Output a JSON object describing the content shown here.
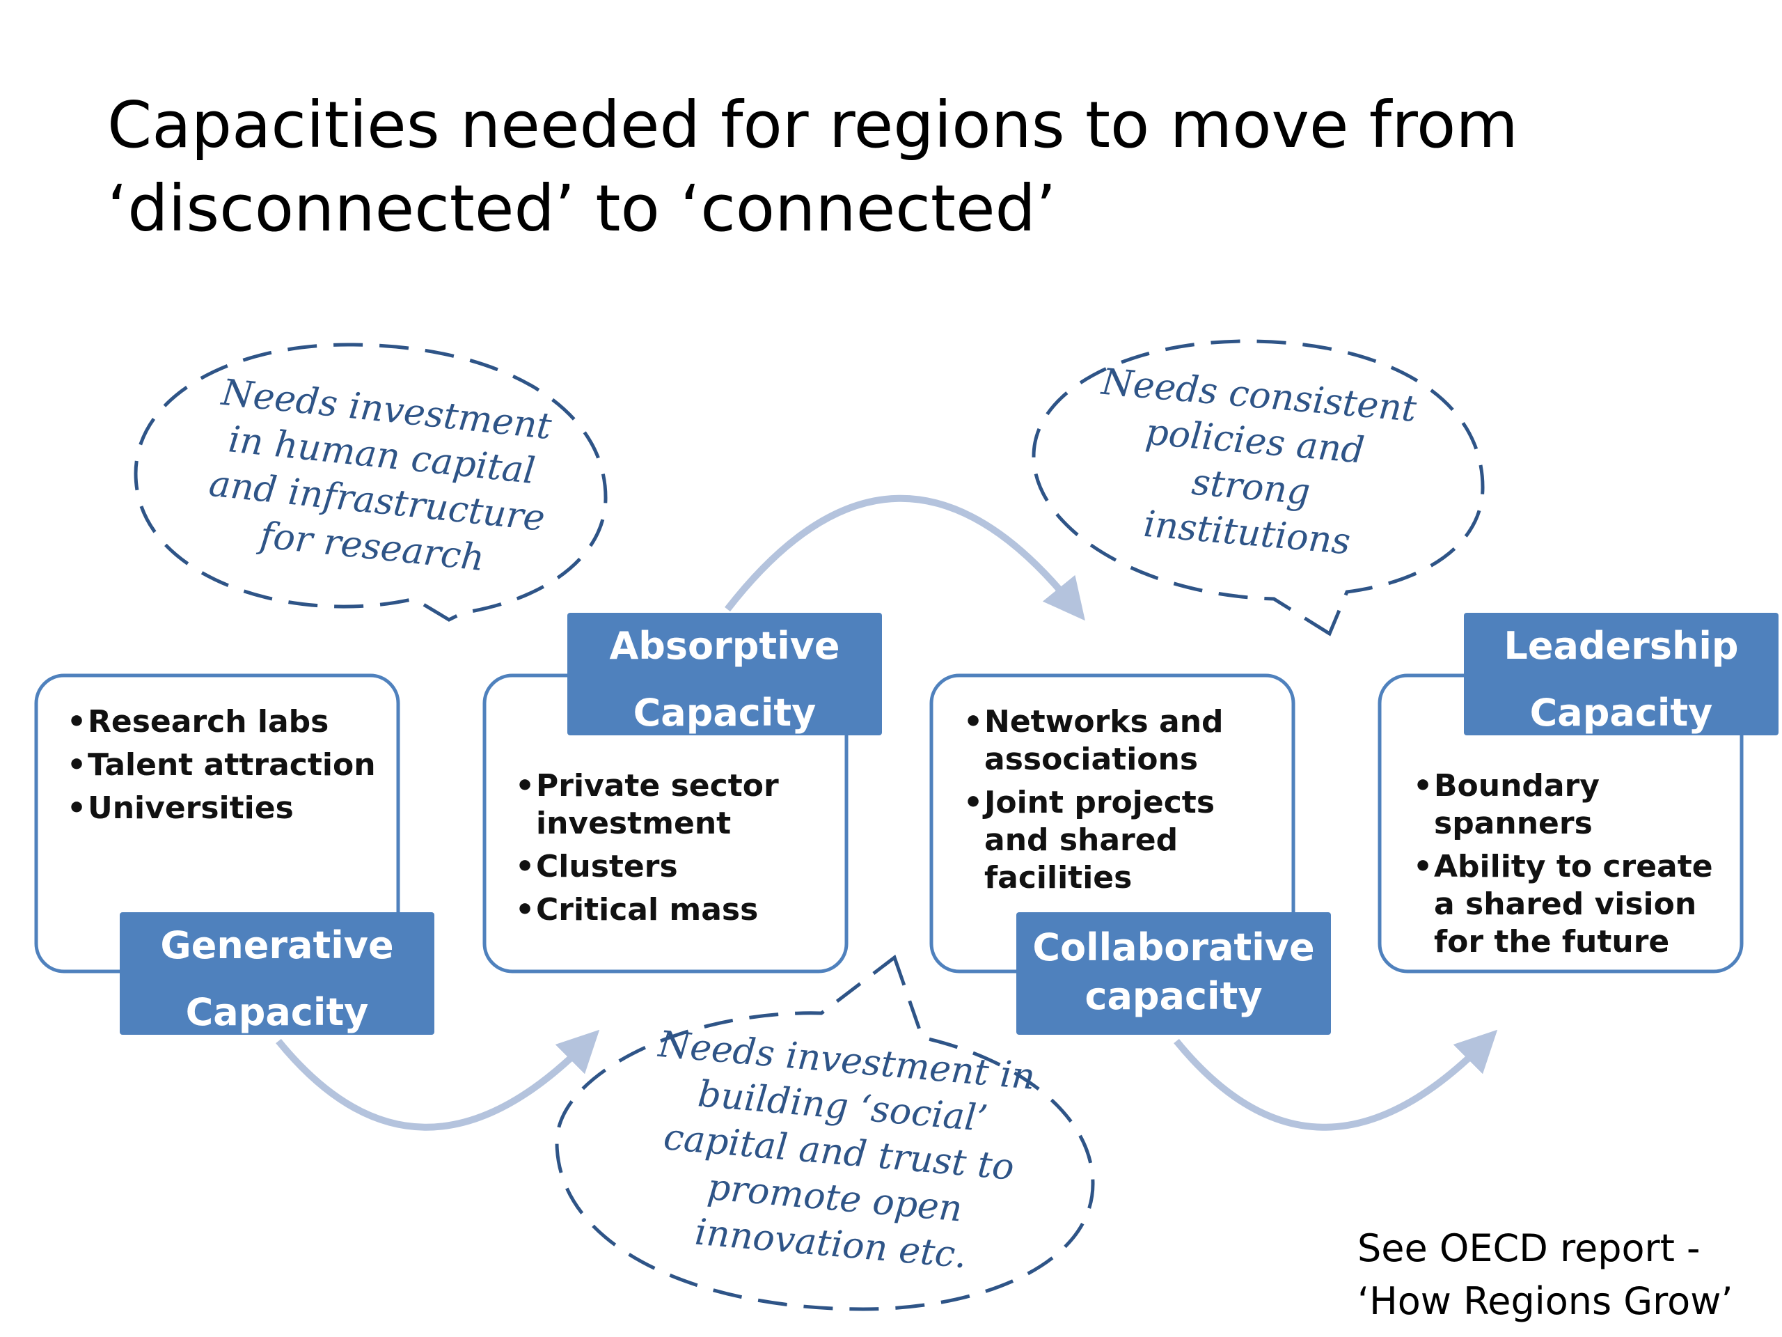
{
  "title": {
    "line1": "Capacities needed for regions to move from",
    "line2": "‘disconnected’ to ‘connected’"
  },
  "capacities": [
    {
      "name": "generative",
      "label_lines": [
        "Generative",
        "Capacity"
      ],
      "items": [
        "Research labs",
        "Talent attraction",
        "Universities"
      ]
    },
    {
      "name": "absorptive",
      "label_lines": [
        "Absorptive",
        "Capacity"
      ],
      "items": [
        "Private sector investment",
        "Clusters",
        "Critical mass"
      ]
    },
    {
      "name": "collaborative",
      "label_lines": [
        "Collaborative",
        "capacity"
      ],
      "items": [
        "Networks and associations",
        "Joint projects and shared facilities"
      ]
    },
    {
      "name": "leadership",
      "label_lines": [
        "Leadership",
        "Capacity"
      ],
      "items": [
        "Boundary spanners",
        "Ability to create a shared vision for the future"
      ]
    }
  ],
  "bubbles": {
    "human_capital": [
      "Needs investment",
      "in human capital",
      "and infrastructure",
      "for research"
    ],
    "policies": [
      "Needs consistent",
      "policies and",
      "strong",
      "institutions"
    ],
    "social_capital": [
      "Needs investment in",
      "building ‘social’",
      "capital and trust to",
      "promote open",
      "innovation etc."
    ]
  },
  "footer": {
    "line1": "See OECD report -",
    "line2": "‘How Regions Grow’"
  },
  "colors": {
    "accent": "#4f81bd",
    "box_border": "#4f81bd",
    "arrow": "#b4c3dd",
    "bubble_text": "#2e5487"
  }
}
